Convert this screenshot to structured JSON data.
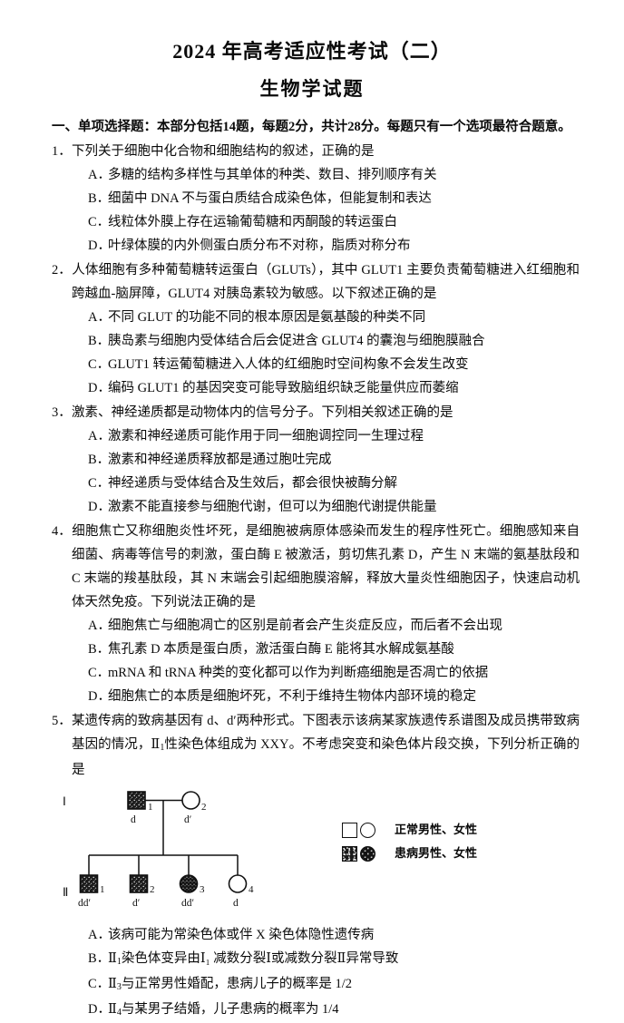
{
  "document": {
    "title_main": "2024 年高考适应性考试（二）",
    "title_sub": "生物学试题"
  },
  "section": {
    "heading": "一、单项选择题：本部分包括14题，每题2分，共计28分。每题只有一个选项最符合题意。"
  },
  "questions": [
    {
      "num": "1．",
      "stem": "下列关于细胞中化合物和细胞结构的叙述，正确的是",
      "options": [
        {
          "label": "A．",
          "text": "多糖的结构多样性与其单体的种类、数目、排列顺序有关"
        },
        {
          "label": "B．",
          "text": "细菌中 DNA 不与蛋白质结合成染色体，但能复制和表达"
        },
        {
          "label": "C．",
          "text": "线粒体外膜上存在运输葡萄糖和丙酮酸的转运蛋白"
        },
        {
          "label": "D．",
          "text": "叶绿体膜的内外侧蛋白质分布不对称，脂质对称分布"
        }
      ]
    },
    {
      "num": "2．",
      "stem": "人体细胞有多种葡萄糖转运蛋白（GLUTs），其中 GLUT1 主要负责葡萄糖进入红细胞和跨越血-脑屏障，GLUT4 对胰岛素较为敏感。以下叙述正确的是",
      "options": [
        {
          "label": "A．",
          "text": "不同 GLUT 的功能不同的根本原因是氨基酸的种类不同"
        },
        {
          "label": "B．",
          "text": "胰岛素与细胞内受体结合后会促进含 GLUT4 的囊泡与细胞膜融合"
        },
        {
          "label": "C．",
          "text": "GLUT1 转运葡萄糖进入人体的红细胞时空间构象不会发生改变"
        },
        {
          "label": "D．",
          "text": "编码 GLUT1 的基因突变可能导致脑组织缺乏能量供应而萎缩"
        }
      ]
    },
    {
      "num": "3．",
      "stem": "激素、神经递质都是动物体内的信号分子。下列相关叙述正确的是",
      "options": [
        {
          "label": "A．",
          "text": "激素和神经递质可能作用于同一细胞调控同一生理过程"
        },
        {
          "label": "B．",
          "text": "激素和神经递质释放都是通过胞吐完成"
        },
        {
          "label": "C．",
          "text": "神经递质与受体结合及生效后，都会很快被酶分解"
        },
        {
          "label": "D．",
          "text": "激素不能直接参与细胞代谢，但可以为细胞代谢提供能量"
        }
      ]
    },
    {
      "num": "4．",
      "stem": "细胞焦亡又称细胞炎性坏死，是细胞被病原体感染而发生的程序性死亡。细胞感知来自细菌、病毒等信号的刺激，蛋白酶 E 被激活，剪切焦孔素 D，产生 N 末端的氨基肽段和 C 末端的羧基肽段，其 N 末端会引起细胞膜溶解，释放大量炎性细胞因子，快速启动机体天然免疫。下列说法正确的是",
      "options": [
        {
          "label": "A．",
          "text": "细胞焦亡与细胞凋亡的区别是前者会产生炎症反应，而后者不会出现"
        },
        {
          "label": "B．",
          "text": "焦孔素 D 本质是蛋白质，激活蛋白酶 E 能将其水解成氨基酸"
        },
        {
          "label": "C．",
          "text": "mRNA 和 tRNA 种类的变化都可以作为判断癌细胞是否凋亡的依据"
        },
        {
          "label": "D．",
          "text": "细胞焦亡的本质是细胞坏死，不利于维持生物体内部环境的稳定"
        }
      ]
    },
    {
      "num": "5．",
      "stem_part1": "某遗传病的致病基因有 d、d′两种形式。下图表示该病某家族遗传系谱图及成员携带致病基因的情况，Ⅱ",
      "stem_sub1": "1",
      "stem_part2": "性染色体组成为 XXY。不考虑突变和染色体片段交换，下列分析正确的是",
      "options": [
        {
          "label": "A．",
          "pre": "该病可能为常染色体或伴 X 染色体隐性遗传病",
          "sub": "",
          "post": ""
        },
        {
          "label": "B．",
          "pre": "Ⅱ",
          "sub": "1",
          "post": "染色体变异由Ⅰ₁ 减数分裂Ⅰ或减数分裂Ⅱ异常导致"
        },
        {
          "label": "C．",
          "pre": "Ⅱ",
          "sub": "3",
          "post": "与正常男性婚配，患病儿子的概率是 1/2"
        },
        {
          "label": "D．",
          "pre": "Ⅱ",
          "sub": "4",
          "post": "与某男子结婚，儿子患病的概率为 1/4"
        }
      ]
    }
  ],
  "pedigree": {
    "generation_labels": [
      "Ⅰ",
      "Ⅱ"
    ],
    "generation1": [
      {
        "id": "1",
        "sex": "male",
        "affected": true,
        "genotype": "d"
      },
      {
        "id": "2",
        "sex": "female",
        "affected": false,
        "genotype": "d′"
      }
    ],
    "generation2": [
      {
        "id": "1",
        "sex": "male",
        "affected": true,
        "genotype": "dd′"
      },
      {
        "id": "2",
        "sex": "male",
        "affected": true,
        "genotype": "d′"
      },
      {
        "id": "3",
        "sex": "female",
        "affected": true,
        "genotype": "dd′"
      },
      {
        "id": "4",
        "sex": "female",
        "affected": false,
        "genotype": "d"
      }
    ],
    "legend": [
      {
        "label": "正常男性、女性"
      },
      {
        "label": "患病男性、女性"
      }
    ]
  },
  "colors": {
    "ink": "#0a0a0a",
    "paper": "#ffffff",
    "affected_fill": "#1a1a1a"
  }
}
